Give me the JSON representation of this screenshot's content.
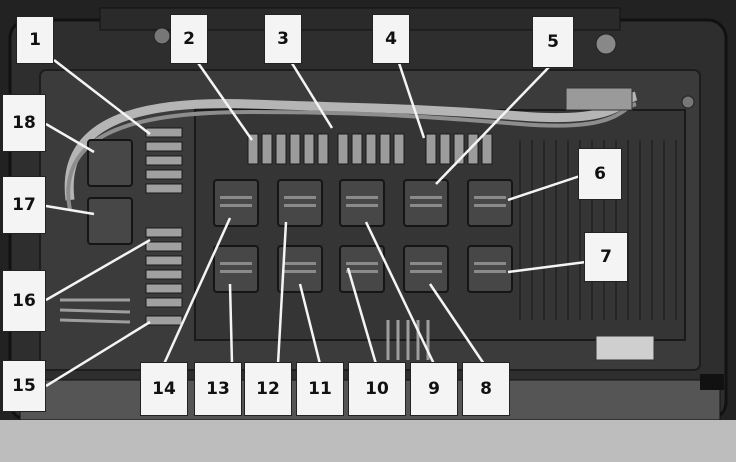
{
  "callouts": {
    "c1": "1",
    "c2": "2",
    "c3": "3",
    "c4": "4",
    "c5": "5",
    "c6": "6",
    "c7": "7",
    "c8": "8",
    "c9": "9",
    "c10": "10",
    "c11": "11",
    "c12": "12",
    "c13": "13",
    "c14": "14",
    "c15": "15",
    "c16": "16",
    "c17": "17",
    "c18": "18"
  },
  "colors": {
    "housing": "#2b2b2b",
    "panel": "#3a3a3a",
    "relay": "#454545",
    "fuse": "#8a8a8a",
    "wire": "#bdbdbd",
    "callout_bg": "#f4f4f4"
  }
}
